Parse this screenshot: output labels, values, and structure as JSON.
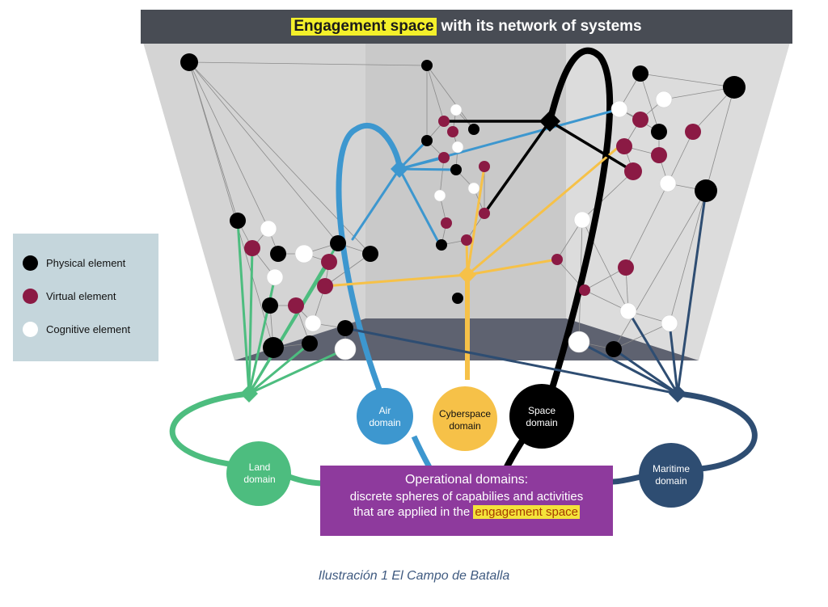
{
  "title": {
    "highlight": "Engagement space",
    "rest": "with its network of systems"
  },
  "legend": {
    "items": [
      {
        "label": "Physical element",
        "color": "#000000"
      },
      {
        "label": "Virtual element",
        "color": "#8b1a44"
      },
      {
        "label": "Cognitive element",
        "color": "#ffffff"
      }
    ]
  },
  "domains": {
    "air": {
      "line1": "Air",
      "line2": "domain",
      "color": "#3d97cf"
    },
    "cyber": {
      "line1": "Cyberspace",
      "line2": "domain",
      "color": "#f6c148"
    },
    "space": {
      "line1": "Space",
      "line2": "domain",
      "color": "#000000"
    },
    "land": {
      "line1": "Land",
      "line2": "domain",
      "color": "#4dbd7f"
    },
    "maritime": {
      "line1": "Maritime",
      "line2": "domain",
      "color": "#2e4d72"
    }
  },
  "callout": {
    "title": "Operational domains:",
    "line1": "discrete spheres of capabilies and activities",
    "line2_prefix": "that are applied in the",
    "line2_highlight": "engagement space",
    "color": "#8e3a9d"
  },
  "caption": "Ilustración 1 El Campo de Batalla",
  "colors": {
    "physical": "#000000",
    "virtual": "#8b1a44",
    "cognitive": "#ffffff",
    "room_back": "#c9c9c9",
    "room_side": "#e2e2e2",
    "room_floor": "#5e6270",
    "title_bar": "#484c54"
  }
}
